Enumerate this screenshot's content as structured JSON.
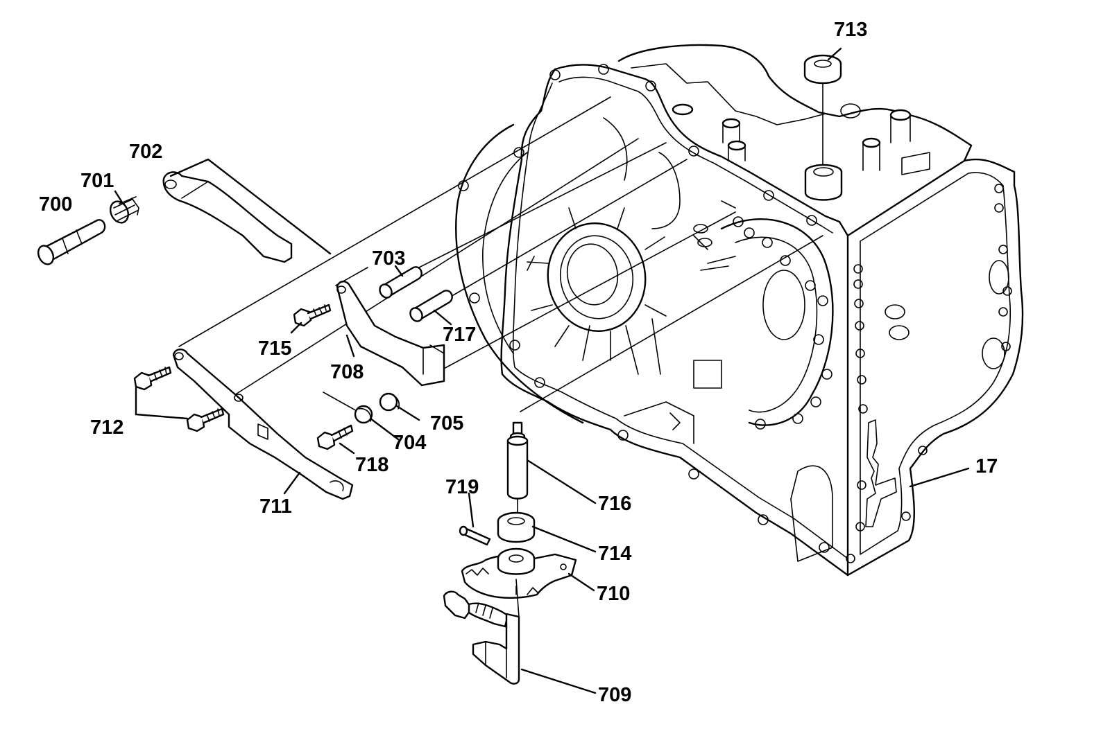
{
  "diagram": {
    "callouts": [
      {
        "id": "700",
        "text": "700"
      },
      {
        "id": "701",
        "text": "701"
      },
      {
        "id": "702",
        "text": "702"
      },
      {
        "id": "703",
        "text": "703"
      },
      {
        "id": "704",
        "text": "704"
      },
      {
        "id": "705",
        "text": "705"
      },
      {
        "id": "708",
        "text": "708"
      },
      {
        "id": "709",
        "text": "709"
      },
      {
        "id": "710",
        "text": "710"
      },
      {
        "id": "711",
        "text": "711"
      },
      {
        "id": "712",
        "text": "712"
      },
      {
        "id": "713",
        "text": "713"
      },
      {
        "id": "714",
        "text": "714"
      },
      {
        "id": "715",
        "text": "715"
      },
      {
        "id": "716",
        "text": "716"
      },
      {
        "id": "717",
        "text": "717"
      },
      {
        "id": "718",
        "text": "718"
      },
      {
        "id": "719",
        "text": "719"
      },
      {
        "id": "17",
        "text": "17"
      }
    ]
  }
}
